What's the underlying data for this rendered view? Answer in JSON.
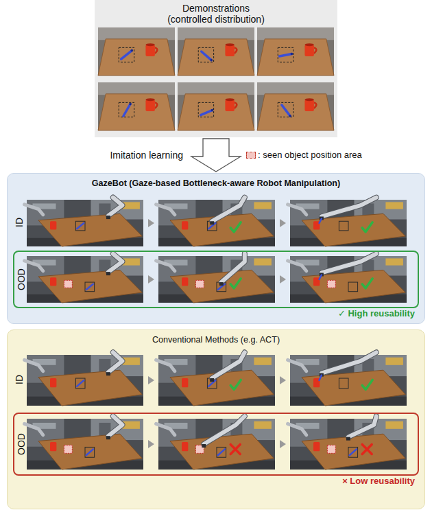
{
  "diagram": {
    "nodes": [
      {
        "text": [
          "Demonstrations (controlled distribution)"
        ]
      },
      {
        "text": [
          "GazeBot (Gaze-based Bottleneck-aware Robot Manipulation)"
        ]
      },
      {
        "text": [
          "OOD",
          "✓ High reusability"
        ],
        "in": 1
      },
      {
        "text": [
          "Conventional Methods (e.g. ACT)"
        ]
      },
      {
        "text": [
          "OOD",
          "× Low reusability"
        ],
        "in": 3
      }
    ],
    "edges": [
      {
        "from": 0,
        "to": 1,
        "arrow": "to",
        "label": "Imitation learning"
      }
    ],
    "labels": [
      "ID",
      "ID"
    ],
    "legend": [
      {
        "text": ": seen object position area",
        "color": "#f4c7c3"
      }
    ]
  }
}
